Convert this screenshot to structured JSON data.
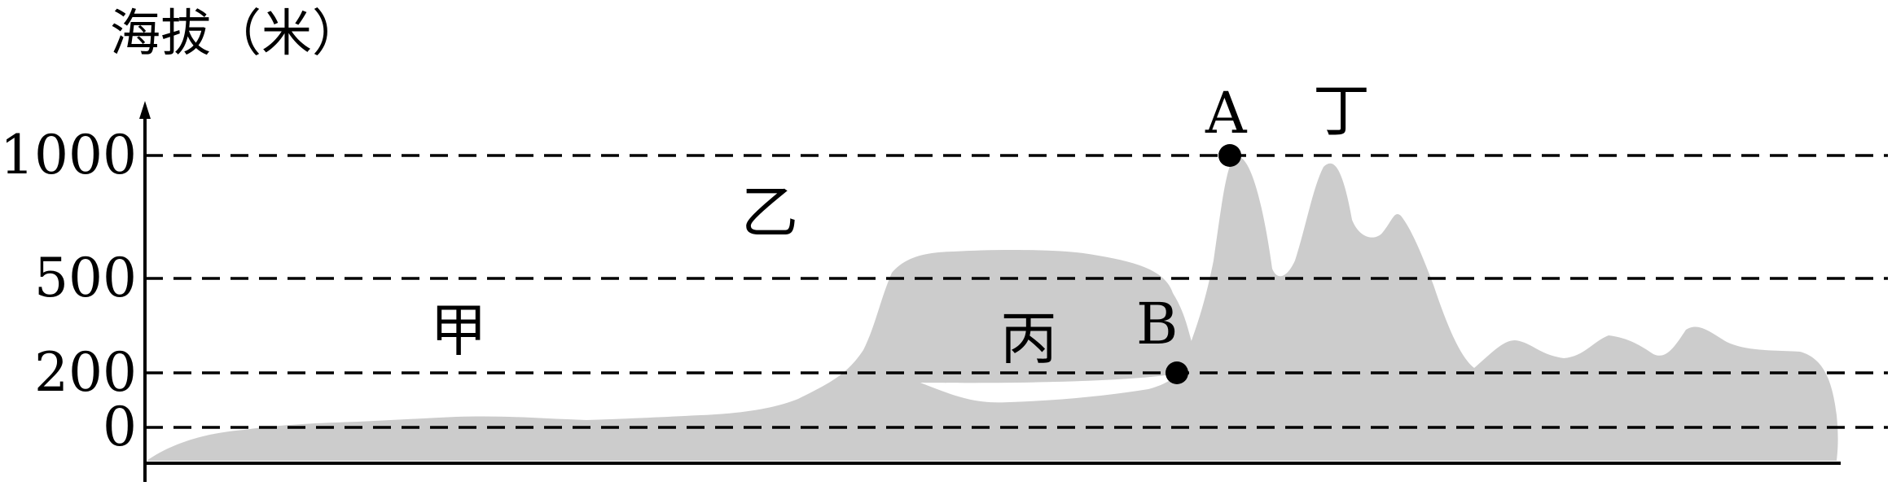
{
  "axis": {
    "title": "海拔（米）",
    "ticks": [
      {
        "value": 1000,
        "label": "1000"
      },
      {
        "value": 500,
        "label": "500"
      },
      {
        "value": 200,
        "label": "200"
      },
      {
        "value": 0,
        "label": "0"
      }
    ]
  },
  "regions": {
    "jia": "甲",
    "yi": "乙",
    "bing": "丙",
    "ding": "丁"
  },
  "points": {
    "a": {
      "label": "A",
      "elevation": 1000
    },
    "b": {
      "label": "B",
      "elevation": 200
    }
  },
  "colors": {
    "terrain": "#cccccc",
    "ink": "#000000"
  }
}
